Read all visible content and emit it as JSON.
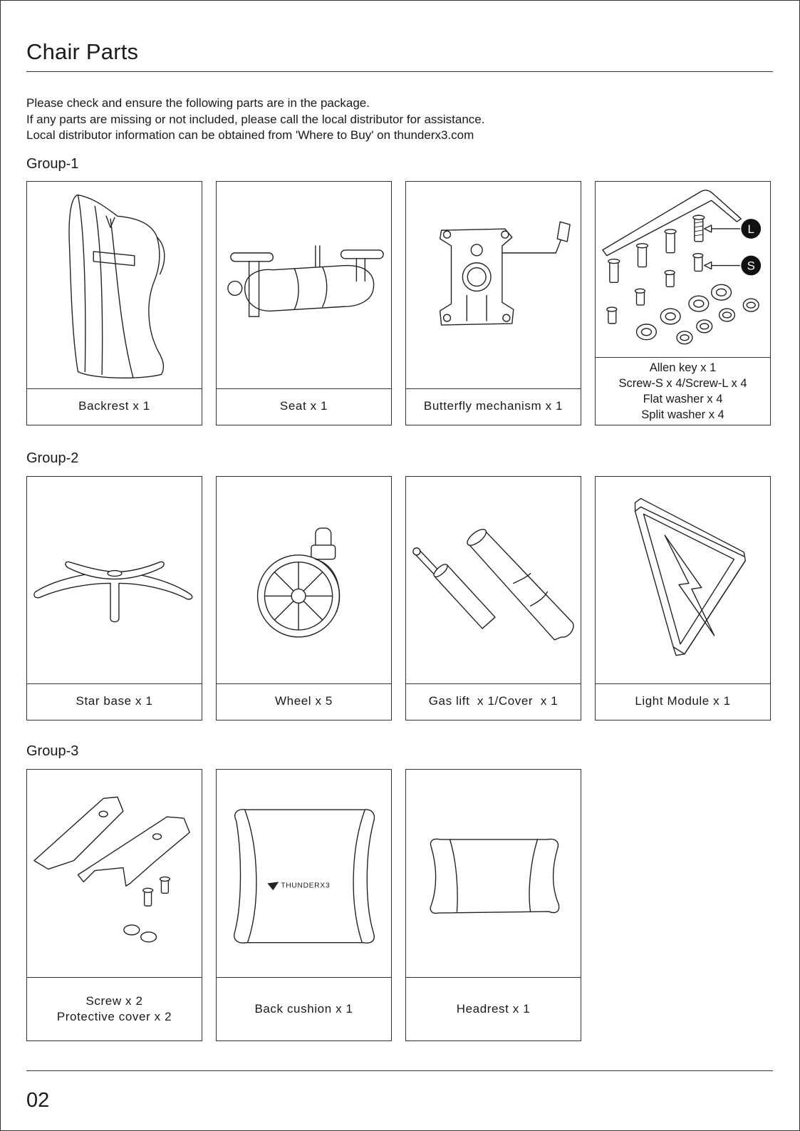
{
  "page": {
    "title": "Chair Parts",
    "intro": [
      "Please check and ensure the following parts are in the package.",
      "If any parts are missing or not included, please call the local distributor for assistance.",
      "Local distributor information can be obtained from 'Where to Buy' on thunderx3.com"
    ],
    "page_number": "02"
  },
  "groups": [
    {
      "label": "Group-1",
      "items": [
        {
          "name": "backrest",
          "caption": [
            "Backrest x 1"
          ]
        },
        {
          "name": "seat",
          "caption": [
            "Seat x 1"
          ]
        },
        {
          "name": "butterfly-mechanism",
          "caption": [
            "Butterfly mechanism x 1"
          ]
        },
        {
          "name": "hardware",
          "caption": [
            "Allen key x 1",
            "Screw-S x 4/Screw-L x 4",
            "Flat washer x 4",
            "Split washer x 4"
          ],
          "callouts": [
            "L",
            "S"
          ]
        }
      ]
    },
    {
      "label": "Group-2",
      "items": [
        {
          "name": "star-base",
          "caption": [
            "Star base x 1"
          ]
        },
        {
          "name": "wheel",
          "caption": [
            "Wheel x 5"
          ]
        },
        {
          "name": "gas-lift",
          "caption": [
            "Gas lift  x 1/Cover  x 1"
          ]
        },
        {
          "name": "light-module",
          "caption": [
            "Light Module x 1"
          ]
        }
      ]
    },
    {
      "label": "Group-3",
      "items": [
        {
          "name": "screw-covers",
          "caption": [
            "Screw x 2",
            "Protective cover x 2"
          ]
        },
        {
          "name": "back-cushion",
          "caption": [
            "Back cushion x 1"
          ],
          "logo_text": "THUNDERX3"
        },
        {
          "name": "headrest",
          "caption": [
            "Headrest x 1"
          ]
        }
      ]
    }
  ]
}
